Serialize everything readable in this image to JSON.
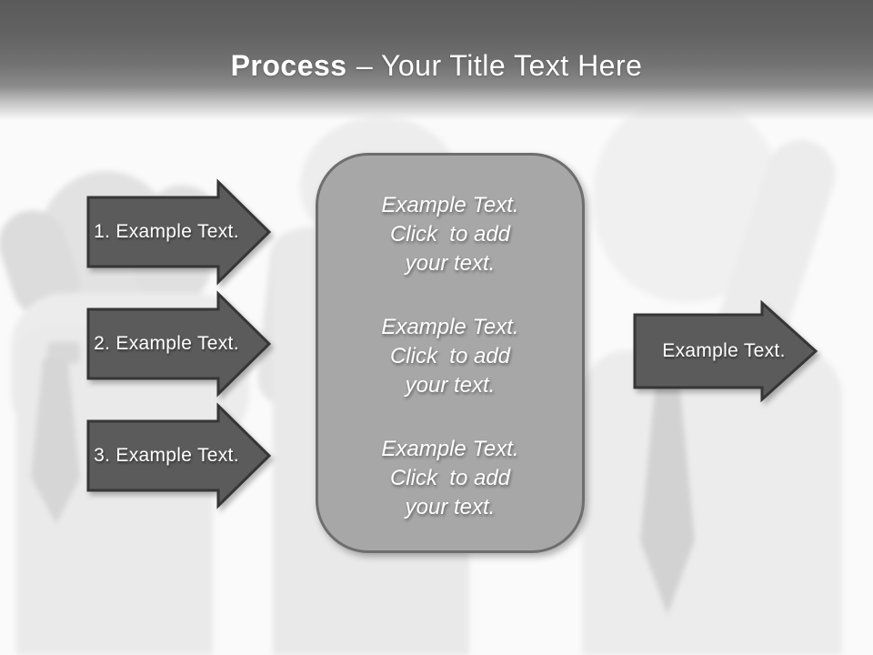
{
  "slide": {
    "title": {
      "emphasis": "Process",
      "rest": "– Your Title Text Here"
    }
  },
  "left_arrows": [
    {
      "label": "1. Example Text."
    },
    {
      "label": "2. Example Text."
    },
    {
      "label": "3. Example Text."
    }
  ],
  "center_box": {
    "groups": [
      {
        "line1": "Example Text.",
        "line2": "Click  to add",
        "line3": "your text."
      },
      {
        "line1": "Example Text.",
        "line2": "Click  to add",
        "line3": "your text."
      },
      {
        "line1": "Example Text.",
        "line2": "Click  to add",
        "line3": "your text."
      }
    ]
  },
  "right_arrow": {
    "label": "Example Text."
  },
  "colors": {
    "header_top": "#5a5a5a",
    "arrow_fill": "#5b5b5b",
    "arrow_border": "#363636",
    "box_fill": "#a7a7a7",
    "box_border": "#6e6e6e",
    "text_on_dark": "#ffffff"
  },
  "background_figures": [
    {
      "name": "hear-no-evil-figure"
    },
    {
      "name": "speak-no-evil-figure"
    },
    {
      "name": "see-no-evil-figure"
    }
  ]
}
